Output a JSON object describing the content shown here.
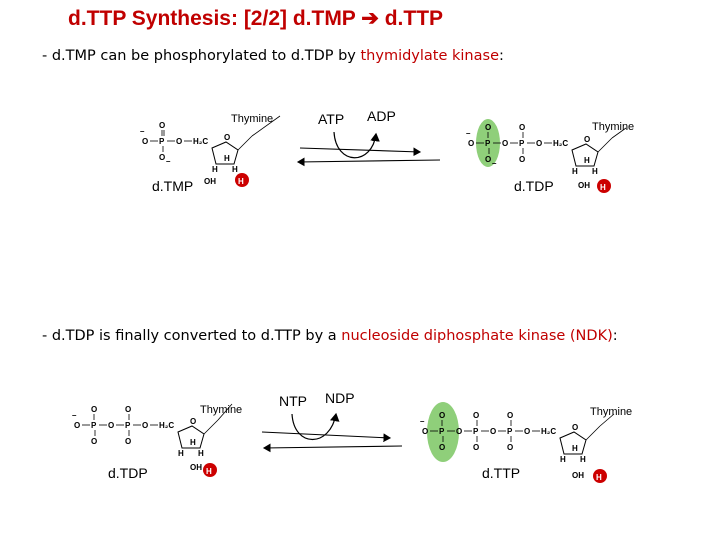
{
  "title": {
    "part1": "d.TTP Synthesis: [2/2] d.TMP",
    "arrow": "➔",
    "part2": "d.TTP"
  },
  "bullet1": {
    "prefix": "- d.TMP can be phosphorylated to d.TDP by ",
    "highlight": "thymidylate kinase",
    "suffix": ":"
  },
  "bullet2": {
    "prefix": "- d.TDP is finally converted to d.TTP by a ",
    "highlight": "nucleoside diphosphate kinase (NDK)",
    "suffix": ":"
  },
  "reaction1": {
    "substrate_name": "d.TMP",
    "product_name": "d.TDP",
    "cofactor_in": "ATP",
    "cofactor_out": "ADP",
    "base_label_left": "Thymine",
    "base_label_right": "Thymine",
    "h_left": "H",
    "h_right": "H"
  },
  "reaction2": {
    "substrate_name": "d.TDP",
    "product_name": "d.TTP",
    "cofactor_in": "NTP",
    "cofactor_out": "NDP",
    "base_label_left": "Thymine",
    "base_label_right": "Thymine",
    "h_left": "H",
    "h_right": "H"
  },
  "atoms": {
    "O": "O",
    "P": "P",
    "H": "H",
    "CH2": "H₂C",
    "OH": "OH",
    "minus": "–"
  },
  "colors": {
    "title": "#c00000",
    "highlight": "#c00000",
    "phosphate_highlight": "#8fcf7a",
    "h_circle": "#cc0000"
  }
}
